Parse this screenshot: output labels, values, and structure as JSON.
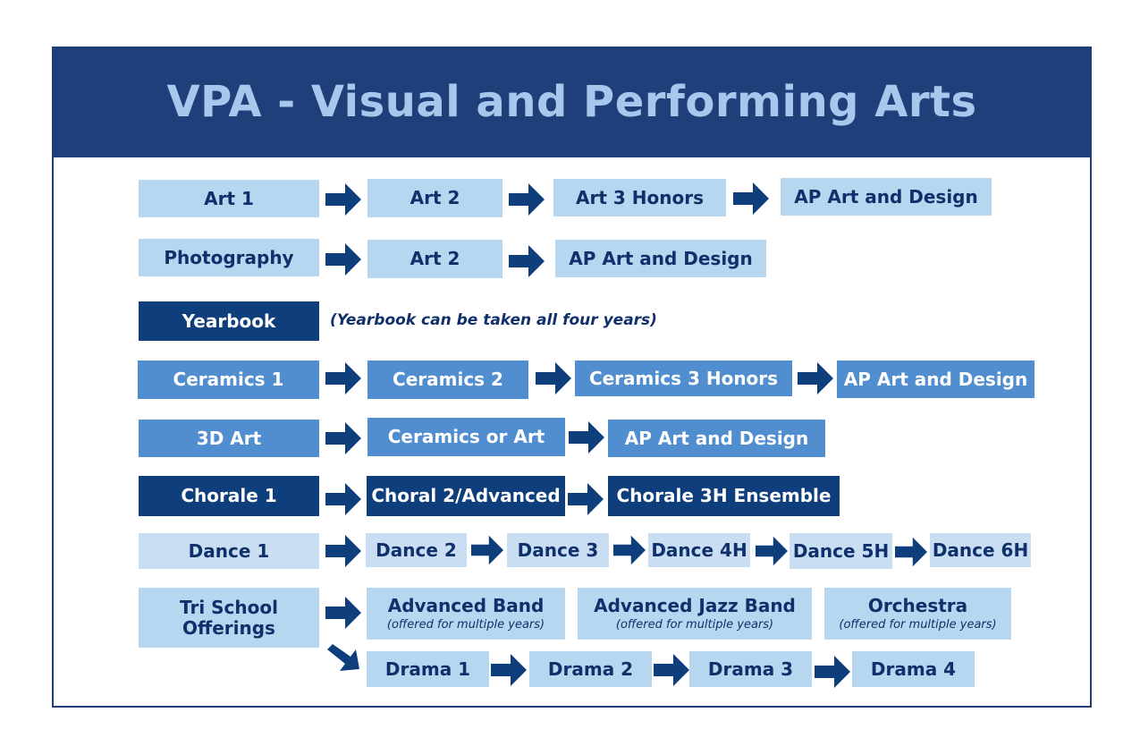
{
  "title": "VPA - Visual and Performing Arts",
  "colors": {
    "banner": "#1f3f7a",
    "title_text": "#a7c8ec",
    "box_light": "#b7d7f0",
    "box_pale": "#c9def3",
    "box_mid": "#508ed0",
    "box_dark": "#0f3e7d",
    "arrow": "#0f3e7d"
  },
  "rows": {
    "art": [
      "Art 1",
      "Art 2",
      "Art 3 Honors",
      "AP Art and Design"
    ],
    "photography": [
      "Photography",
      "Art 2",
      "AP Art and Design"
    ],
    "yearbook": {
      "label": "Yearbook",
      "note": "(Yearbook can be taken all four years)"
    },
    "ceramics": [
      "Ceramics 1",
      "Ceramics 2",
      "Ceramics 3 Honors",
      "AP Art and Design"
    ],
    "art3d": [
      "3D Art",
      "Ceramics or Art",
      "AP Art and Design"
    ],
    "chorale": [
      "Chorale 1",
      "Choral 2/Advanced",
      "Chorale 3H Ensemble"
    ],
    "dance": [
      "Dance 1",
      "Dance 2",
      "Dance 3",
      "Dance 4H",
      "Dance 5H",
      "Dance 6H"
    ],
    "tri_school": {
      "label_line1": "Tri School",
      "label_line2": "Offerings",
      "ensembles": [
        {
          "name": "Advanced Band",
          "note": "(offered for multiple years)"
        },
        {
          "name": "Advanced Jazz Band",
          "note": "(offered for multiple years)"
        },
        {
          "name": "Orchestra",
          "note": "(offered for multiple years)"
        }
      ],
      "drama": [
        "Drama 1",
        "Drama 2",
        "Drama 3",
        "Drama 4"
      ]
    }
  }
}
